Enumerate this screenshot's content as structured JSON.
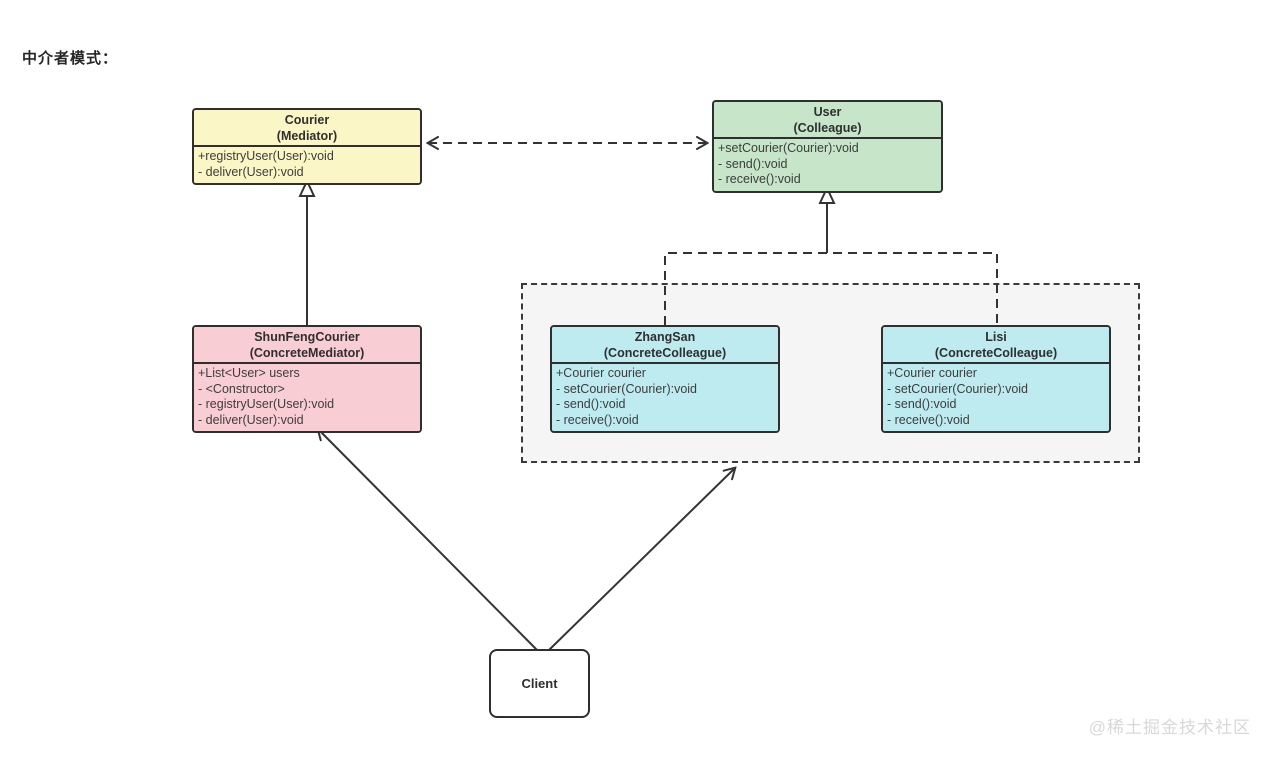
{
  "page": {
    "title": "中介者模式：",
    "watermark": "@稀土掘金技术社区"
  },
  "colors": {
    "stroke": "#333333",
    "mediator_fill": "#faf6c6",
    "colleague_fill": "#c6e5c9",
    "concrete_mediator_fill": "#f9cdd4",
    "concrete_colleague_fill": "#bdebf0",
    "group_fill": "#f5f5f6",
    "client_fill": "#ffffff"
  },
  "classes": {
    "courier": {
      "name": "Courier",
      "stereotype": "(Mediator)",
      "members": [
        "+registryUser(User):void",
        "- deliver(User):void"
      ]
    },
    "user": {
      "name": "User",
      "stereotype": "(Colleague)",
      "members": [
        "+setCourier(Courier):void",
        "- send():void",
        "- receive():void"
      ]
    },
    "shunfengcourier": {
      "name": "ShunFengCourier",
      "stereotype": "(ConcreteMediator)",
      "members": [
        "+List<User> users",
        "- <Constructor>",
        "- registryUser(User):void",
        "- deliver(User):void"
      ]
    },
    "zhangsan": {
      "name": "ZhangSan",
      "stereotype": "(ConcreteColleague)",
      "members": [
        "+Courier courier",
        "- setCourier(Courier):void",
        "- send():void",
        "- receive():void"
      ]
    },
    "lisi": {
      "name": "Lisi",
      "stereotype": "(ConcreteColleague)",
      "members": [
        "+Courier courier",
        "- setCourier(Courier):void",
        "- send():void",
        "- receive():void"
      ]
    }
  },
  "client": {
    "label": "Client"
  }
}
